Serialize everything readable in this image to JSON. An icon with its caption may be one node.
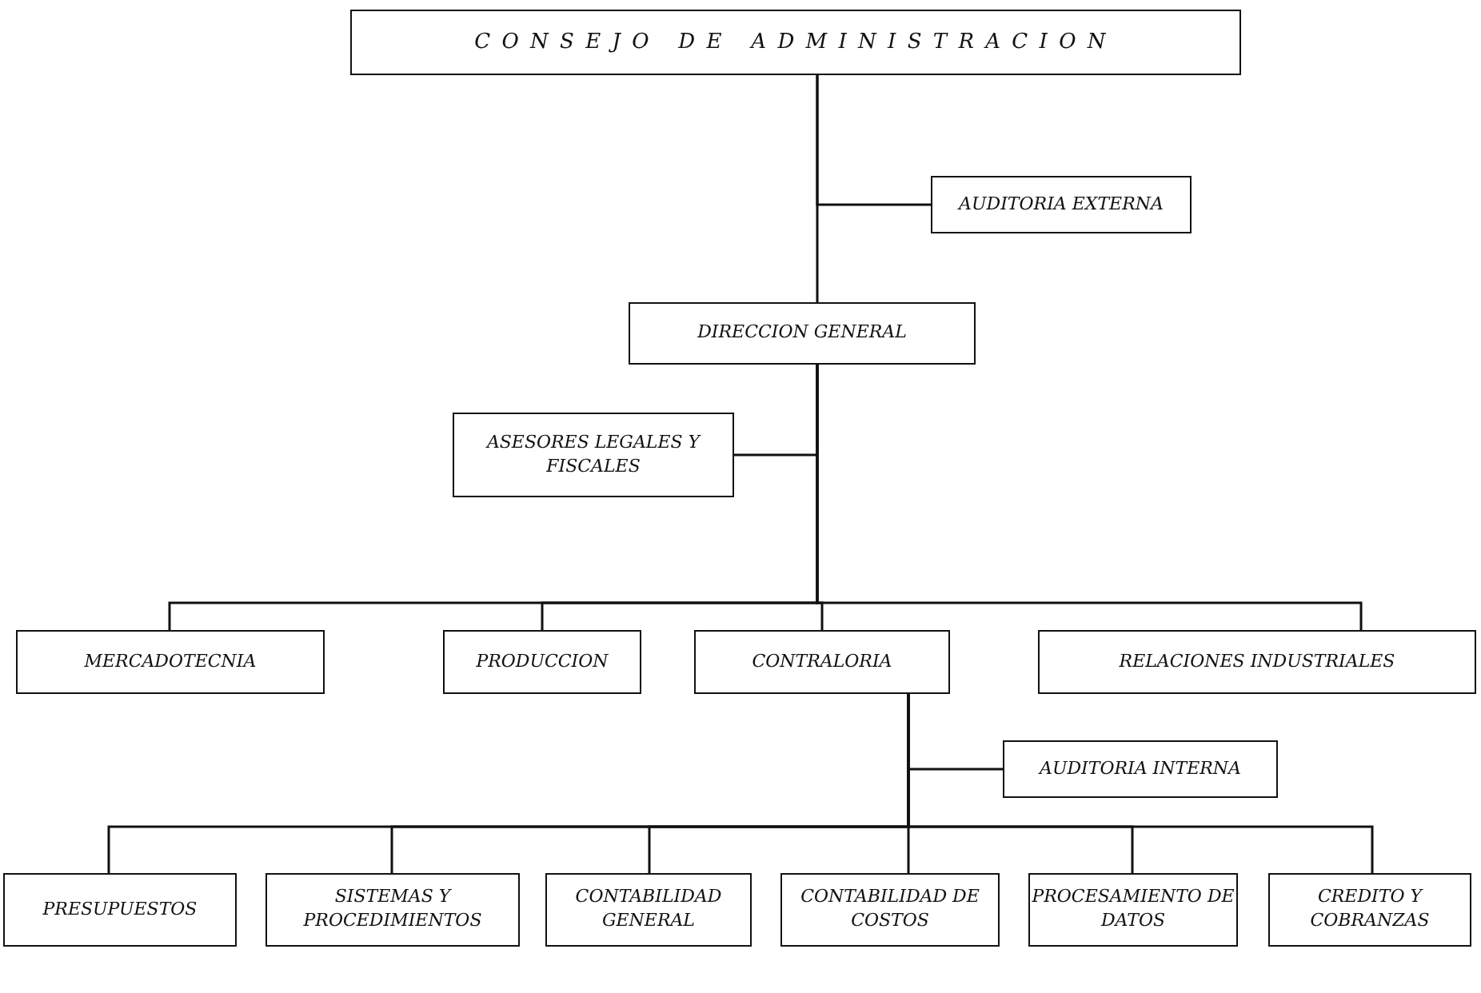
{
  "diagram": {
    "nodes": [
      {
        "text": [
          "CONSEJO DE ADMINISTRACION"
        ]
      },
      {
        "text": [
          "AUDITORIA EXTERNA"
        ]
      },
      {
        "text": [
          "DIRECCION GENERAL"
        ]
      },
      {
        "text": [
          "ASESORES LEGALES Y FISCALES"
        ]
      },
      {
        "text": [
          "MERCADOTECNIA"
        ]
      },
      {
        "text": [
          "PRODUCCION"
        ]
      },
      {
        "text": [
          "CONTRALORIA"
        ]
      },
      {
        "text": [
          "RELACIONES INDUSTRIALES"
        ]
      },
      {
        "text": [
          "AUDITORIA INTERNA"
        ]
      },
      {
        "text": [
          "PRESUPUESTOS"
        ]
      },
      {
        "text": [
          "SISTEMAS Y PROCEDIMIENTOS"
        ]
      },
      {
        "text": [
          "CONTABILIDAD GENERAL"
        ]
      },
      {
        "text": [
          "CONTABILIDAD DE COSTOS"
        ]
      },
      {
        "text": [
          "PROCESAMIENTO DE DATOS"
        ]
      },
      {
        "text": [
          "CREDITO Y COBRANZAS"
        ]
      }
    ],
    "edges": [
      {
        "from": 0,
        "to": 1,
        "arrow": "none"
      },
      {
        "from": 0,
        "to": 2,
        "arrow": "none"
      },
      {
        "from": 2,
        "to": 3,
        "arrow": "none"
      },
      {
        "from": 2,
        "to": 4,
        "arrow": "none"
      },
      {
        "from": 2,
        "to": 5,
        "arrow": "none"
      },
      {
        "from": 2,
        "to": 6,
        "arrow": "none"
      },
      {
        "from": 2,
        "to": 7,
        "arrow": "none"
      },
      {
        "from": 6,
        "to": 8,
        "arrow": "none"
      },
      {
        "from": 6,
        "to": 9,
        "arrow": "none"
      },
      {
        "from": 6,
        "to": 10,
        "arrow": "none"
      },
      {
        "from": 6,
        "to": 11,
        "arrow": "none"
      },
      {
        "from": 6,
        "to": 12,
        "arrow": "none"
      },
      {
        "from": 6,
        "to": 13,
        "arrow": "none"
      },
      {
        "from": 6,
        "to": 14,
        "arrow": "none"
      }
    ]
  }
}
